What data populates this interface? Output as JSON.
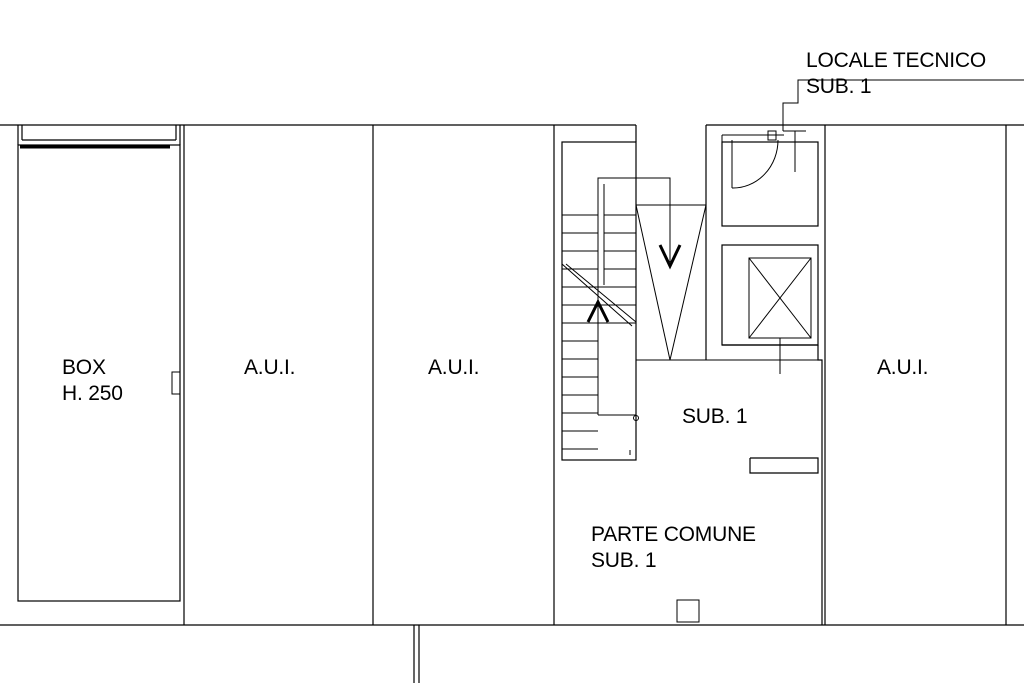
{
  "labels": {
    "locale_tecnico": [
      "LOCALE TECNICO",
      "SUB. 1"
    ],
    "box": [
      "BOX",
      "H. 250"
    ],
    "aui_1": "A.U.I.",
    "aui_2": "A.U.I.",
    "aui_3": "A.U.I.",
    "sub_hall": "SUB. 1",
    "parte_comune": [
      "PARTE COMUNE",
      "SUB. 1"
    ]
  },
  "colors": {
    "lines": "#000000",
    "background": "#ffffff"
  }
}
